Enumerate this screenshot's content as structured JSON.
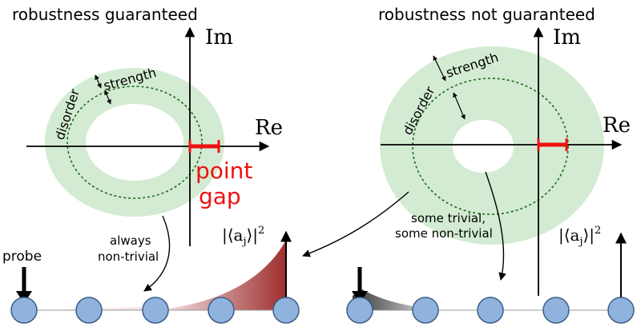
{
  "left_panel": {
    "title": "robustness guaranteed",
    "axis_re": "Re",
    "axis_im": "Im",
    "ring_label_disorder": "disorder",
    "ring_label_strength": "strength",
    "gap_label_line1": "point",
    "gap_label_line2": "gap",
    "curve_label_line1": "always",
    "curve_label_line2": "non-trivial",
    "probe_label": "probe",
    "overlap_label": "|⟨a",
    "overlap_sub": "j",
    "overlap_tail": "⟩|",
    "overlap_exp": "2"
  },
  "right_panel": {
    "title": "robustness not guaranteed",
    "axis_re": "Re",
    "axis_im": "Im",
    "ring_label_disorder": "disorder",
    "ring_label_strength": "strength",
    "curve_label_line1": "some trivial,",
    "curve_label_line2": "some non-trivial",
    "overlap_label": "|⟨a",
    "overlap_sub": "j",
    "overlap_tail": "⟩|",
    "overlap_exp": "2"
  },
  "colors": {
    "ring_fill": "#d3ebd2",
    "ring_dash": "#1a6b1a",
    "gap": "#ee1111",
    "site_fill": "#8fb3dc",
    "site_stroke": "#3b5d86",
    "accumulate": "#9e2b2b",
    "escape": "#333333"
  }
}
